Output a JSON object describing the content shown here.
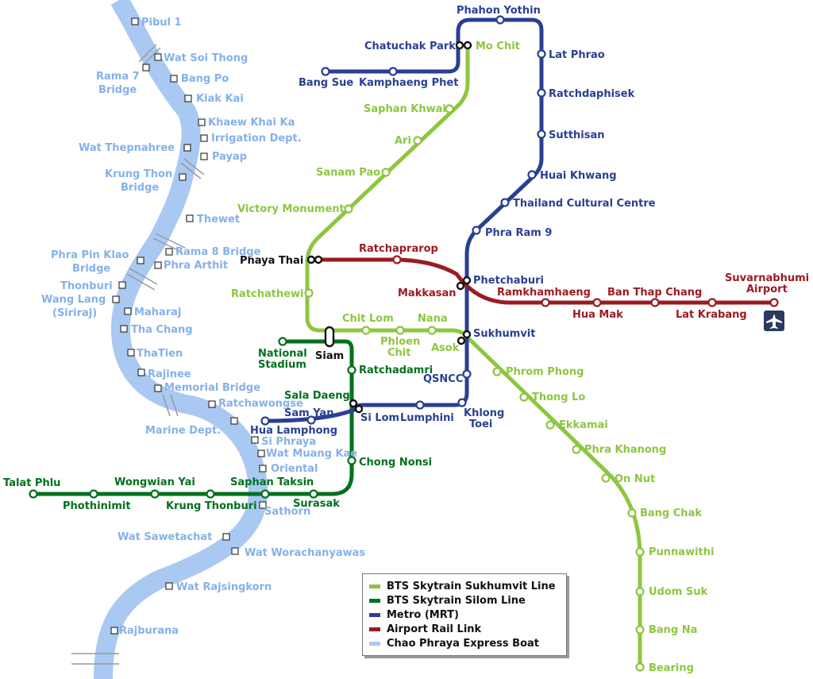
{
  "colors": {
    "sukhumvit": "#8dc63f",
    "silom": "#00711e",
    "mrt": "#2a3f93",
    "airport": "#9b1b22",
    "river": "#a9c8f2",
    "boat_text": "#85b1e8",
    "interchange": "#111111"
  },
  "legend": {
    "items": [
      {
        "label": "BTS Skytrain Sukhumvit Line",
        "color": "#8dc63f"
      },
      {
        "label": "BTS Skytrain Silom Line",
        "color": "#00711e"
      },
      {
        "label": "Metro (MRT)",
        "color": "#2a3f93"
      },
      {
        "label": "Airport Rail Link",
        "color": "#9b1b22"
      },
      {
        "label": "Chao Phraya Express Boat",
        "color": "#a9c8f2"
      }
    ]
  },
  "icons": [
    "airplane-icon"
  ],
  "sukhumvit": {
    "mo_chit": "Mo Chit",
    "saphan_khwai": "Saphan Khwai",
    "ari": "Ari",
    "sanam_pao": "Sanam Pao",
    "victory_monument": "Victory Monument",
    "ratchathewi": "Ratchathewi",
    "chit_lom": "Chit Lom",
    "phloen_chit": [
      "Phloen",
      "Chit"
    ],
    "nana": "Nana",
    "asok": "Asok",
    "phrom_phong": "Phrom Phong",
    "thong_lo": "Thong Lo",
    "ekkamai": "Ekkamai",
    "phra_khanong": "Phra Khanong",
    "on_nut": "On Nut",
    "bang_chak": "Bang Chak",
    "punnawithi": "Punnawithi",
    "udom_suk": "Udom Suk",
    "bang_na": "Bang Na",
    "bearing": "Bearing"
  },
  "interchange": {
    "phaya_thai": "Phaya Thai",
    "siam": "Siam"
  },
  "silom": {
    "national_stadium": [
      "National",
      "Stadium"
    ],
    "ratchadamri": "Ratchadamri",
    "sala_daeng": "Sala Daeng",
    "chong_nonsi": "Chong Nonsi",
    "surasak": "Surasak",
    "saphan_taksin": "Saphan Taksin",
    "krung_thonburi": "Krung Thonburi",
    "wongwian_yai": "Wongwian Yai",
    "phothinimit": "Phothinimit",
    "talat_phlu": "Talat Phlu"
  },
  "mrt": {
    "bang_sue": "Bang Sue",
    "kamphaeng_phet": "Kamphaeng Phet",
    "chatuchak_park": "Chatuchak Park",
    "phahon_yothin": "Phahon Yothin",
    "lat_phrao": "Lat Phrao",
    "ratchadaphisek": "Ratchdaphisek",
    "sutthisan": "Sutthisan",
    "huai_khwang": "Huai Khwang",
    "thailand_cultural_centre": "Thailand Cultural Centre",
    "phra_ram_9": "Phra Ram 9",
    "phetchaburi": "Phetchaburi",
    "sukhumvit": "Sukhumvit",
    "qsncc": "QSNCC",
    "khlong_toei": [
      "Khlong",
      "Toei"
    ],
    "lumphini": "Lumphini",
    "si_lom": "Si Lom",
    "sam_yan": "Sam Yan",
    "hua_lamphong": "Hua Lamphong"
  },
  "airport": {
    "ratchaprarop": "Ratchaprarop",
    "makkasan": "Makkasan",
    "ramkhamhaeng": "Ramkhamhaeng",
    "hua_mak": "Hua Mak",
    "ban_thap_chang": "Ban Thap Chang",
    "lat_krabang": "Lat Krabang",
    "suvarnabhumi": [
      "Suvarnabhumi",
      "Airport"
    ]
  },
  "boat": {
    "pibul_1": "Pibul 1",
    "wat_soi_thong": "Wat Soi Thong",
    "rama_7_bridge": [
      "Rama 7",
      "Bridge"
    ],
    "bang_po": "Bang Po",
    "kiak_kai": "Kiak Kai",
    "khaew_khai_ka": "Khaew Khai Ka",
    "irrigation_dept": "Irrigation Dept.",
    "wat_thepnahree": "Wat Thepnahree",
    "payap": "Payap",
    "krung_thon_bridge": [
      "Krung Thon",
      "Bridge"
    ],
    "thewet": "Thewet",
    "rama_8_bridge": "Rama 8 Bridge",
    "phra_pin_klao_bridge": [
      "Phra Pin Klao",
      "Bridge"
    ],
    "phra_arthit": "Phra Arthit",
    "thonburi": "Thonburi",
    "wang_lang": [
      "Wang Lang",
      "(Siriraj)"
    ],
    "maharaj": "Maharaj",
    "tha_chang": "Tha Chang",
    "thatien": "ThaTien",
    "rajinee": "Rajinee",
    "memorial_bridge": "Memorial Bridge",
    "ratchawongse": "Ratchawongse",
    "marine_dept": "Marine Dept.",
    "si_phraya": "Si Phraya",
    "wat_muang_kae": "Wat Muang Kae",
    "oriental": "Oriental",
    "sathorn": "Sathorn",
    "wat_sawetachat": "Wat Sawetachat",
    "wat_worachanyawas": "Wat Worachanyawas",
    "wat_rajsingkorn": "Wat Rajsingkorn",
    "rajburana": "Rajburana"
  }
}
